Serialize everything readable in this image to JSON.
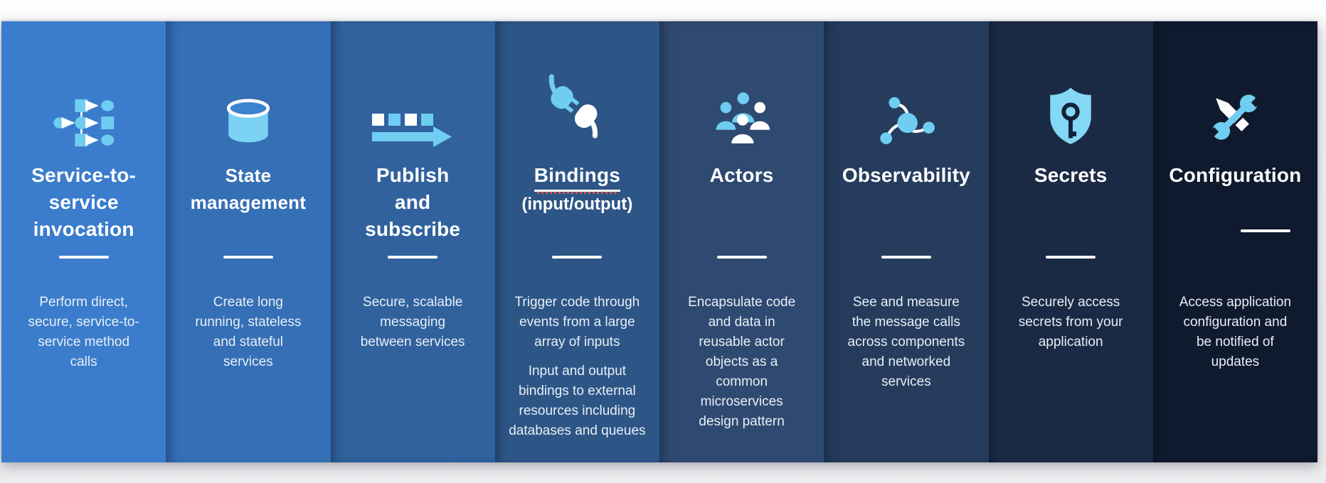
{
  "page": {
    "background_top": "#ffffff",
    "background": "#ededf0",
    "accent_cyan": "#6fcdf2",
    "text_white": "#ffffff",
    "desc_text": "#e7eef6"
  },
  "cards": [
    {
      "id": "service-invocation",
      "bg": "#3b7dcc",
      "icon": "flowchart-icon",
      "title": "Service-to-\nservice\ninvocation",
      "description": "Perform direct,\nsecure, service-to-\nservice method\ncalls"
    },
    {
      "id": "state-management",
      "bg": "#356fb5",
      "icon": "database-cylinder-icon",
      "title": "State\nmanagement",
      "description": "Create long\nrunning, stateless\nand stateful\nservices"
    },
    {
      "id": "publish-subscribe",
      "bg": "#31629e",
      "icon": "message-queue-arrow-icon",
      "title": "Publish\nand\nsubscribe",
      "description": "Secure, scalable\nmessaging\nbetween services"
    },
    {
      "id": "bindings",
      "bg": "#2d5586",
      "icon": "plug-icon",
      "title": "Bindings",
      "subtitle": "(input/output)",
      "description": "Trigger code through\nevents from a large\narray of inputs",
      "description2": "Input and output\nbindings to external\nresources including\ndatabases and queues"
    },
    {
      "id": "actors",
      "bg": "#2f4a71",
      "icon": "people-group-icon",
      "title": "Actors",
      "description": "Encapsulate code\nand data in\nreusable actor\nobjects as a\ncommon\nmicroservices\ndesign pattern"
    },
    {
      "id": "observability",
      "bg": "#253c5d",
      "icon": "network-nodes-icon",
      "title": "Observability",
      "description": "See and measure\nthe message calls\nacross components\nand networked\nservices"
    },
    {
      "id": "secrets",
      "bg": "#1b2a44",
      "icon": "shield-key-icon",
      "title": "Secrets",
      "description": "Securely access\nsecrets from your\napplication"
    },
    {
      "id": "configuration",
      "bg": "#101a2e",
      "icon": "wrench-pen-icon",
      "title": "Configuration",
      "description": "Access application\nconfiguration and\nbe notified of\nupdates"
    }
  ]
}
